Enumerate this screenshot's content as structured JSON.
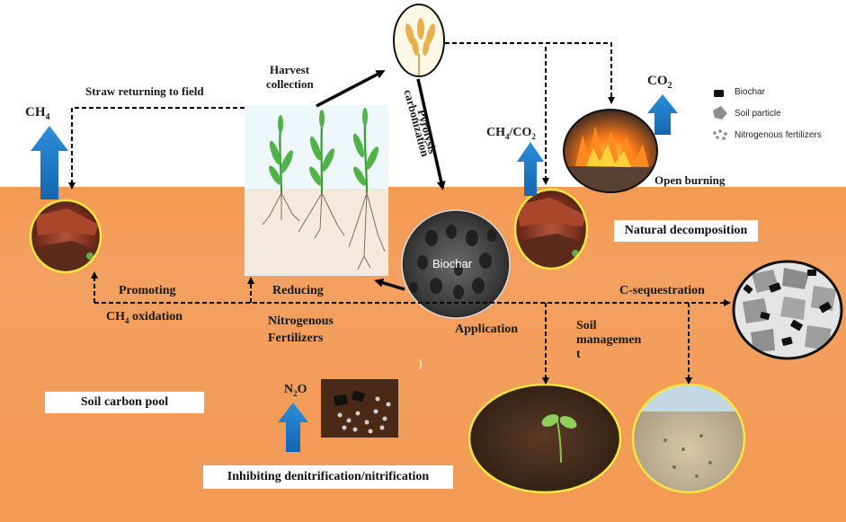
{
  "labels": {
    "straw_returning": "Straw returning  to field",
    "harvest_collection_1": "Harvest",
    "harvest_collection_2": "collection",
    "pyrolysis": "Pyrolysis",
    "carbonization": "carbonization",
    "ch4_left": "CH",
    "ch4_left_sub": "4",
    "ch4_co2": "CH",
    "ch4_co2_sub": "4",
    "ch4_co2_rest": "/CO",
    "ch4_co2_sub2": "2",
    "co2": "CO",
    "co2_sub": "2",
    "open_burning": "Open burning",
    "natural_decomposition": "Natural decomposition",
    "biochar_center": "Biochar",
    "promoting": "Promoting",
    "ch4_oxidation": "CH",
    "ch4_oxidation_sub": "4",
    "ch4_oxidation_rest": " oxidation",
    "reducing": "Reducing",
    "nitrogenous_1": "Nitrogenous",
    "nitrogenous_2": "Fertilizers",
    "application": "Application",
    "c_sequestration": "C-sequestration",
    "soil_mgmt_1": "Soil",
    "soil_mgmt_2": "managemen",
    "soil_mgmt_3": "t",
    "paren": ")",
    "soil_carbon_pool": "Soil carbon pool",
    "n2o": "N",
    "n2o_sub": "2",
    "n2o_rest": "O",
    "inhibiting": "Inhibiting denitrification/nitrification"
  },
  "legend": {
    "biochar": "Biochar",
    "soil_particle": "Soil particle",
    "nitrogenous_fertilizers": "Nitrogenous fertilizers"
  },
  "colors": {
    "soil": "#f29a55",
    "flux_arrow": "#1e7fc9",
    "circle_ring": "#f2e640",
    "arrow": "#000000"
  }
}
